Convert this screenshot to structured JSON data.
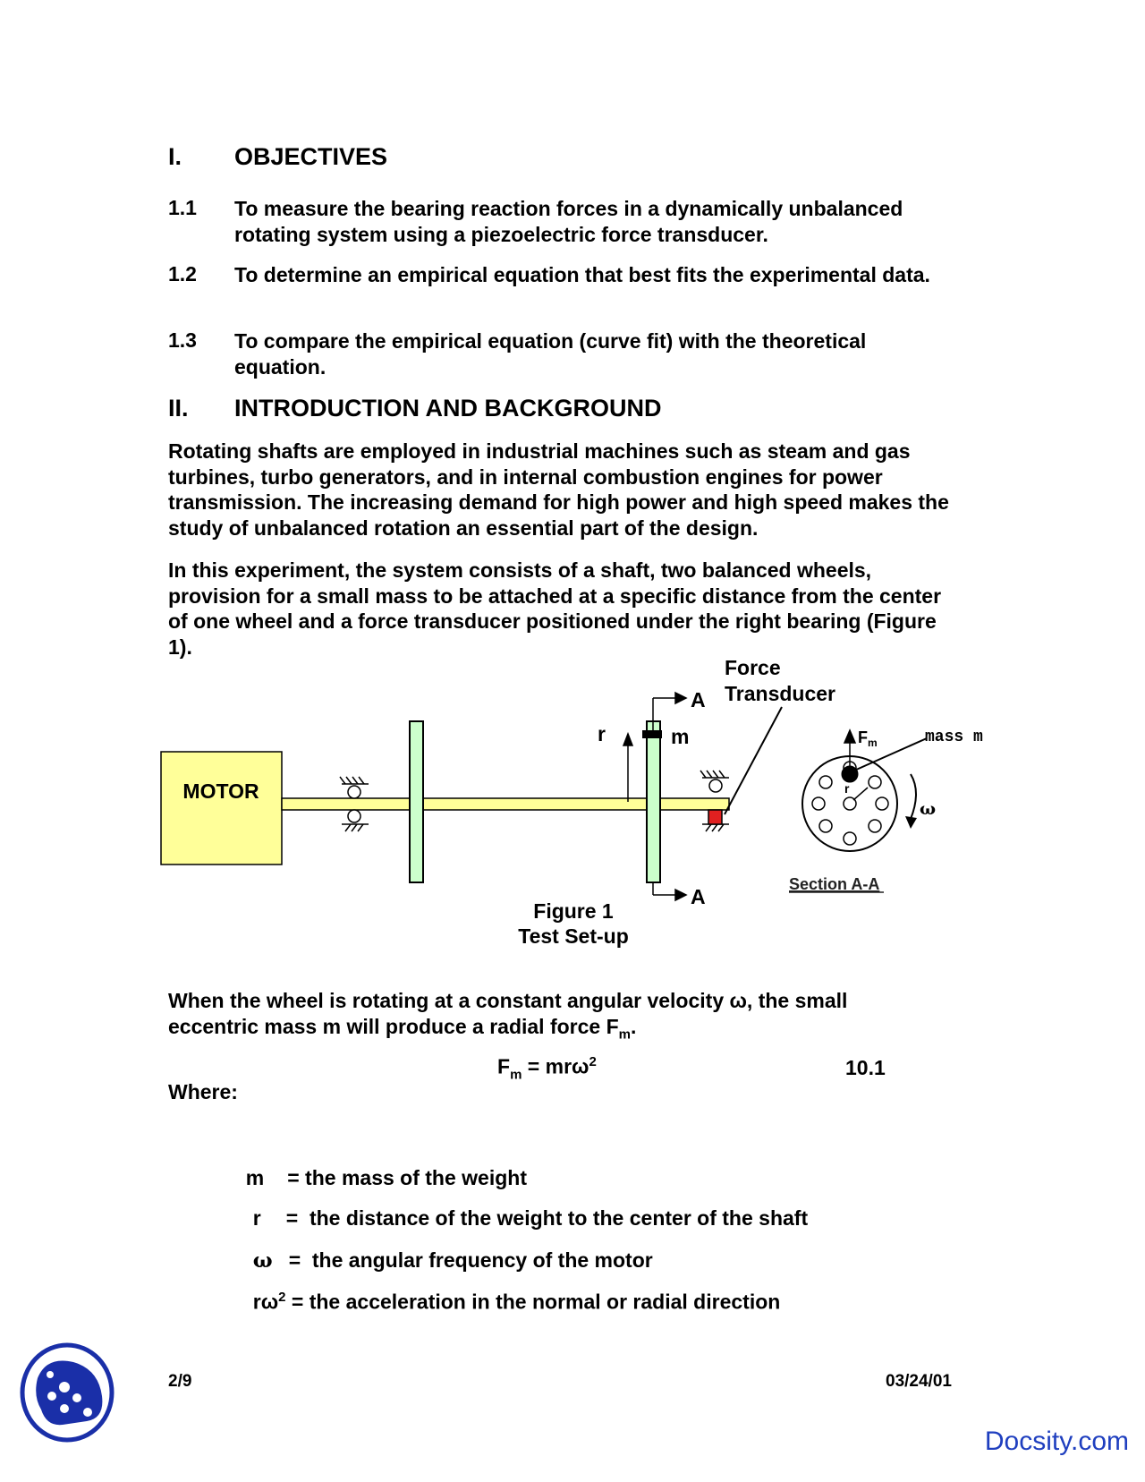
{
  "section1": {
    "num": "I.",
    "title": "OBJECTIVES",
    "items": [
      {
        "num": "1.1",
        "text": "To measure the bearing reaction forces in a dynamically unbalanced rotating system using a piezoelectric force transducer."
      },
      {
        "num": "1.2",
        "text": "To determine an empirical equation that best fits the experimental data."
      },
      {
        "num": "1.3",
        "text": "To compare the empirical equation (curve fit) with the theoretical equation."
      }
    ]
  },
  "section2": {
    "num": "II.",
    "title": "INTRODUCTION AND BACKGROUND",
    "para1": "Rotating shafts are employed in industrial machines such as steam and gas turbines, turbo generators, and in internal combustion engines for power transmission.  The increasing demand for high power and high speed makes the study of unbalanced rotation an essential part of the design.",
    "para2": "In this experiment, the system consists of a shaft, two balanced wheels, provision for a small mass to be attached at a specific distance from the center of one wheel and a force transducer positioned under the right bearing (Figure 1)."
  },
  "figure": {
    "motor_label": "MOTOR",
    "force_label_1": "Force",
    "force_label_2": "Transducer",
    "section_a_top": "A",
    "section_a_bottom": "A",
    "r_label": "r",
    "m_label": "m",
    "fm_label": "F",
    "fm_sub": "m",
    "mass_label": "mass m",
    "r_small": "r",
    "omega_label": "ω",
    "section_label": "Section A-A",
    "caption_1": "Figure 1",
    "caption_2": "Test Set-up",
    "colors": {
      "wheel": "#ccffcc",
      "shaft": "#ffff99",
      "motor": "#ffff99",
      "transducer": "#e02020"
    }
  },
  "after_figure": {
    "sentence_part1": "When the wheel is rotating at a constant angular velocity ω, the small eccentric mass m will produce a radial force F",
    "sentence_sub": "m",
    "sentence_end": "."
  },
  "equation": {
    "lhs": "F",
    "lhs_sub": "m",
    "rhs": " = mrω",
    "rhs_sup": "2",
    "number": "10.1"
  },
  "where_label": "Where:",
  "definitions": [
    {
      "symbol": "m",
      "text": "= the mass of the weight"
    },
    {
      "symbol": "r",
      "text": "=  the distance of the weight to the center of the shaft"
    },
    {
      "symbol": "ω",
      "text": "=  the angular frequency of the motor"
    },
    {
      "symbol": "rω",
      "sup": "2",
      "text": " = the acceleration in the normal or radial direction"
    }
  ],
  "footer": {
    "page": "2/9",
    "date": "03/24/01",
    "brand": "Docsity.com"
  }
}
